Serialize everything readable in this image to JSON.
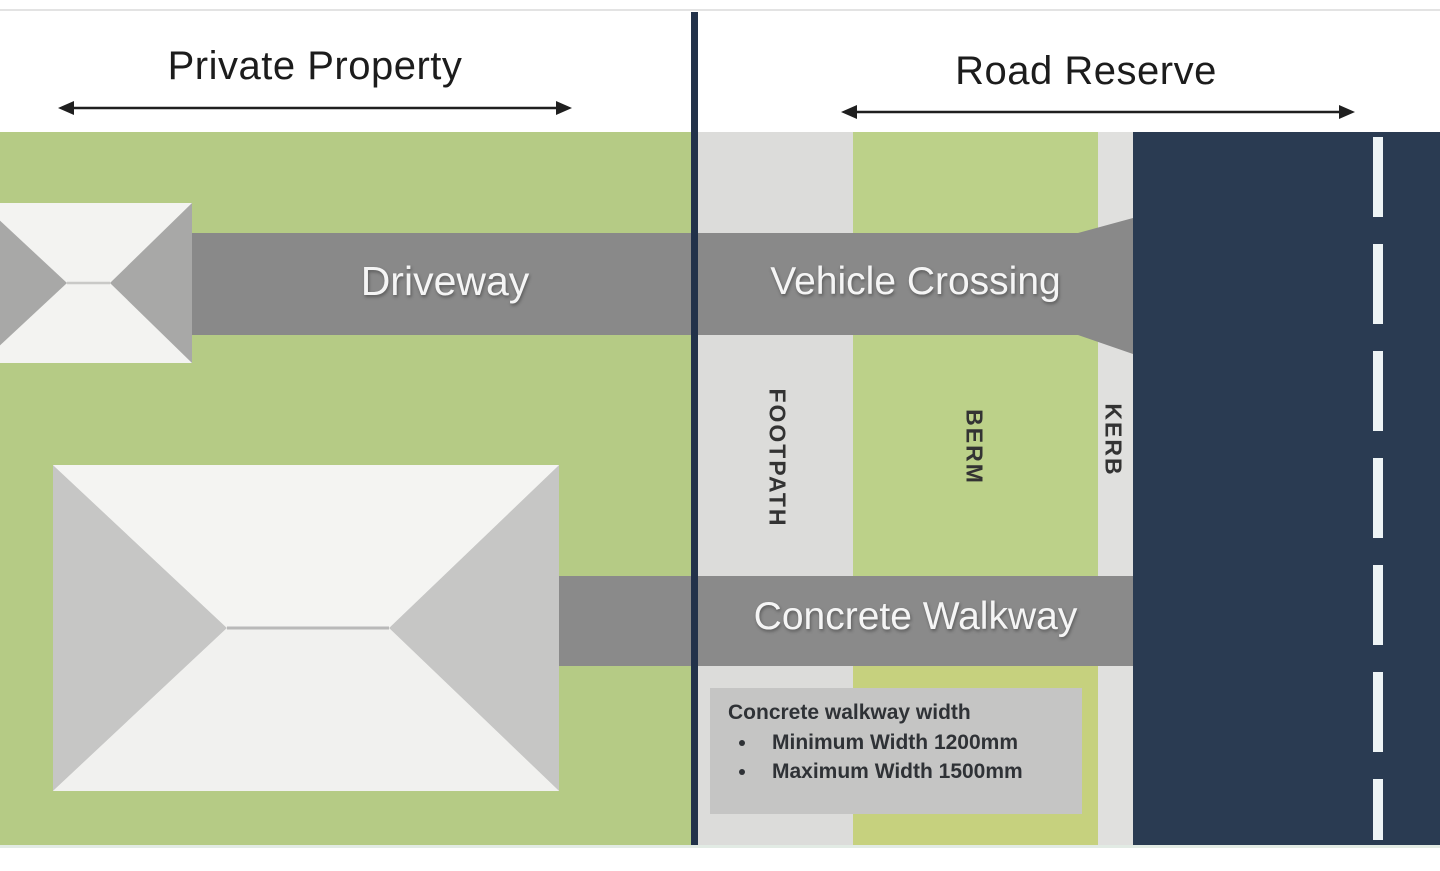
{
  "header": {
    "private_property_label": "Private Property",
    "road_reserve_label": "Road Reserve"
  },
  "zones": {
    "driveway_label": "Driveway",
    "vehicle_crossing_label": "Vehicle Crossing",
    "footpath_label": "FOOTPATH",
    "berm_label": "BERM",
    "kerb_label": "KERB",
    "concrete_walkway_label": "Concrete Walkway"
  },
  "info_box": {
    "title": "Concrete walkway width",
    "bullets": [
      "Minimum Width 1200mm",
      "Maximum Width 1500mm"
    ]
  },
  "colors": {
    "grass_green": "#b5cb85",
    "berm_green": "#bcd189",
    "berm_lower_green": "#c6d17e",
    "footpath_gray": "#dcdcda",
    "kerb_gray": "#e0e0de",
    "pavement_gray": "#898989",
    "road_navy": "#2a3b52",
    "lane_dash_white": "#edf3f5",
    "divider_navy": "#22324a",
    "info_box_gray": "#c5c5c4",
    "roof_white": "#f3f3f1",
    "roof_gray": "#c6c6c5"
  }
}
